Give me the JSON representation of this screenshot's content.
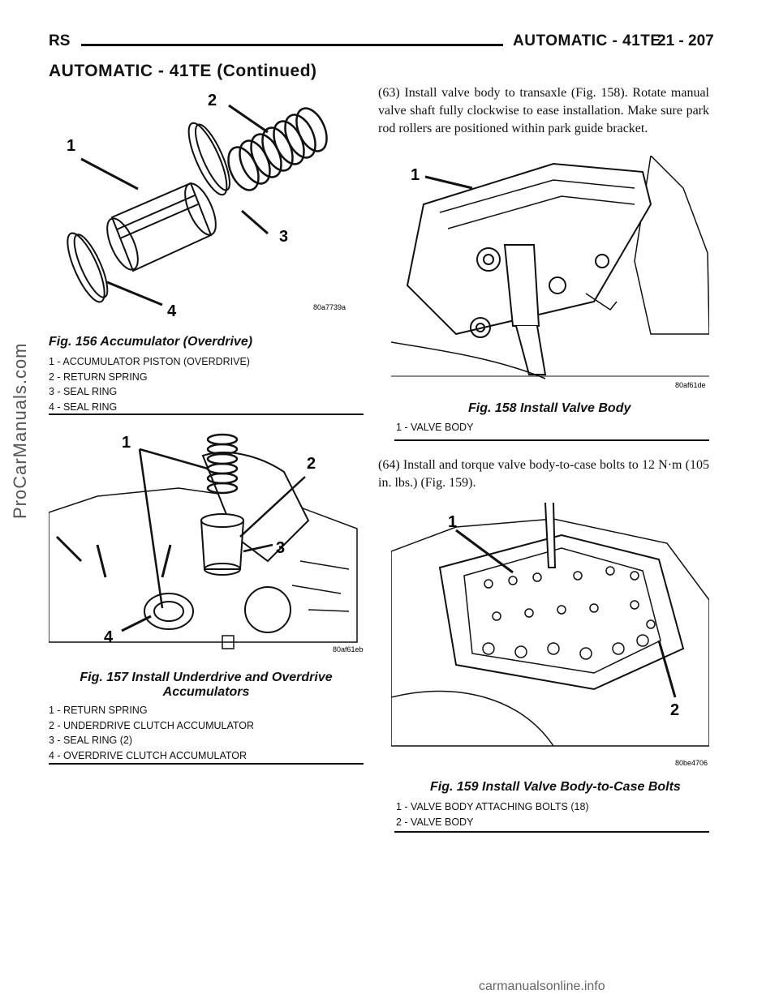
{
  "header": {
    "left": "RS",
    "right": "AUTOMATIC - 41TE",
    "page": "21 - 207"
  },
  "section_title": "AUTOMATIC - 41TE (Continued)",
  "fig156": {
    "caption": "Fig. 156 Accumulator (Overdrive)",
    "code": "80a7739a",
    "legend": [
      "1 - ACCUMULATOR PISTON (OVERDRIVE)",
      "2 - RETURN SPRING",
      "3 - SEAL RING",
      "4 - SEAL RING"
    ],
    "callouts": [
      "1",
      "2",
      "3",
      "4"
    ]
  },
  "fig157": {
    "caption_line1": "Fig. 157 Install Underdrive and Overdrive",
    "caption_line2": "Accumulators",
    "code": "80af61eb",
    "legend": [
      "1 - RETURN SPRING",
      "2 - UNDERDRIVE CLUTCH ACCUMULATOR",
      "3 - SEAL RING (2)",
      "4 - OVERDRIVE CLUTCH ACCUMULATOR"
    ],
    "callouts": [
      "1",
      "2",
      "3",
      "4"
    ]
  },
  "fig158": {
    "caption": "Fig. 158 Install Valve Body",
    "code": "80af61de",
    "legend": [
      "1 - VALVE BODY"
    ],
    "callouts": [
      "1"
    ]
  },
  "fig159": {
    "caption": "Fig. 159 Install Valve Body-to-Case Bolts",
    "code": "80be4706",
    "legend": [
      "1 - VALVE BODY ATTACHING BOLTS (18)",
      "2 - VALVE BODY"
    ],
    "callouts": [
      "1",
      "2"
    ]
  },
  "steps": {
    "s63": "(63) Install valve body to transaxle (Fig. 158). Rotate manual valve shaft fully clockwise to ease installation. Make sure park rod rollers are positioned within park guide bracket.",
    "s64": "(64) Install and torque valve body-to-case bolts to 12 N·m (105 in. lbs.) (Fig. 159)."
  },
  "watermark_side": "ProCarManuals.com",
  "watermark_foot": "carmanualsonline.info"
}
